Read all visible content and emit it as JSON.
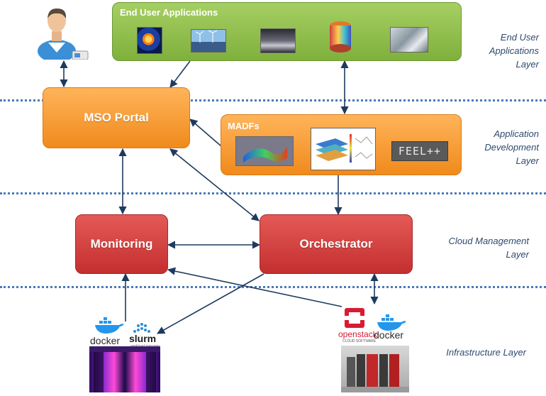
{
  "boxes": {
    "end_user_apps": "End User Applications",
    "mso_portal": "MSO Portal",
    "madfs": "MADFs",
    "monitoring": "Monitoring",
    "orchestrator": "Orchestrator"
  },
  "layers": {
    "end_user_applications": [
      "End User",
      "Applications",
      "Layer"
    ],
    "application_development": [
      "Application",
      "Development",
      "Layer"
    ],
    "cloud_management": [
      "Cloud Management",
      "Layer"
    ],
    "infrastructure": "Infrastructure Layer"
  },
  "logos": {
    "feelpp": "FEEL++",
    "docker_left": "docker",
    "slurm": "slurm",
    "slurm_sub": "workload manager",
    "openstack": "openstack",
    "openstack_sub": "CLOUD SOFTWARE",
    "docker_right": "docker"
  },
  "colors": {
    "green": "#8cbf46",
    "orange": "#f7941d",
    "red": "#d23b37",
    "arrow": "#1f3a5f",
    "layer_label": "#2e4a6e"
  }
}
